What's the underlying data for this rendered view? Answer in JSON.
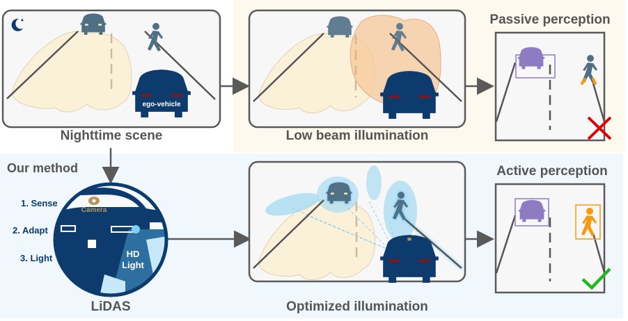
{
  "colors": {
    "panel_cream": "#fdf9ee",
    "panel_blue": "#f1f8fd",
    "frame": "#5a5a5a",
    "navy": "#0d3b6e",
    "beam_cream": "#fbf0d8",
    "beam_orange": "#f7c89a",
    "beam_blue": "#a9dbf3",
    "bbox_purple": "#8e7cc3",
    "bbox_orange": "#f59a10",
    "cross_red": "#e00000",
    "check_green": "#1db81d",
    "camera_gold": "#b5955a"
  },
  "scenes": {
    "nighttime": {
      "caption": "Nighttime scene",
      "ego_label": "ego-vehicle",
      "icon": "moon-icon"
    },
    "low_beam": {
      "caption": "Low beam illumination"
    },
    "optimized": {
      "caption": "Optimized illumination"
    }
  },
  "perception": {
    "passive": {
      "title": "Passive perception",
      "result": "fail",
      "result_icon": "cross-icon"
    },
    "active": {
      "title": "Active perception",
      "result": "success",
      "result_icon": "check-icon"
    }
  },
  "method": {
    "title": "Our method",
    "name": "LiDAS",
    "steps": [
      "1. Sense",
      "2. Adapt",
      "3. Light"
    ],
    "camera_label": "Camera",
    "light_label_line1": "HD",
    "light_label_line2": "Light"
  }
}
